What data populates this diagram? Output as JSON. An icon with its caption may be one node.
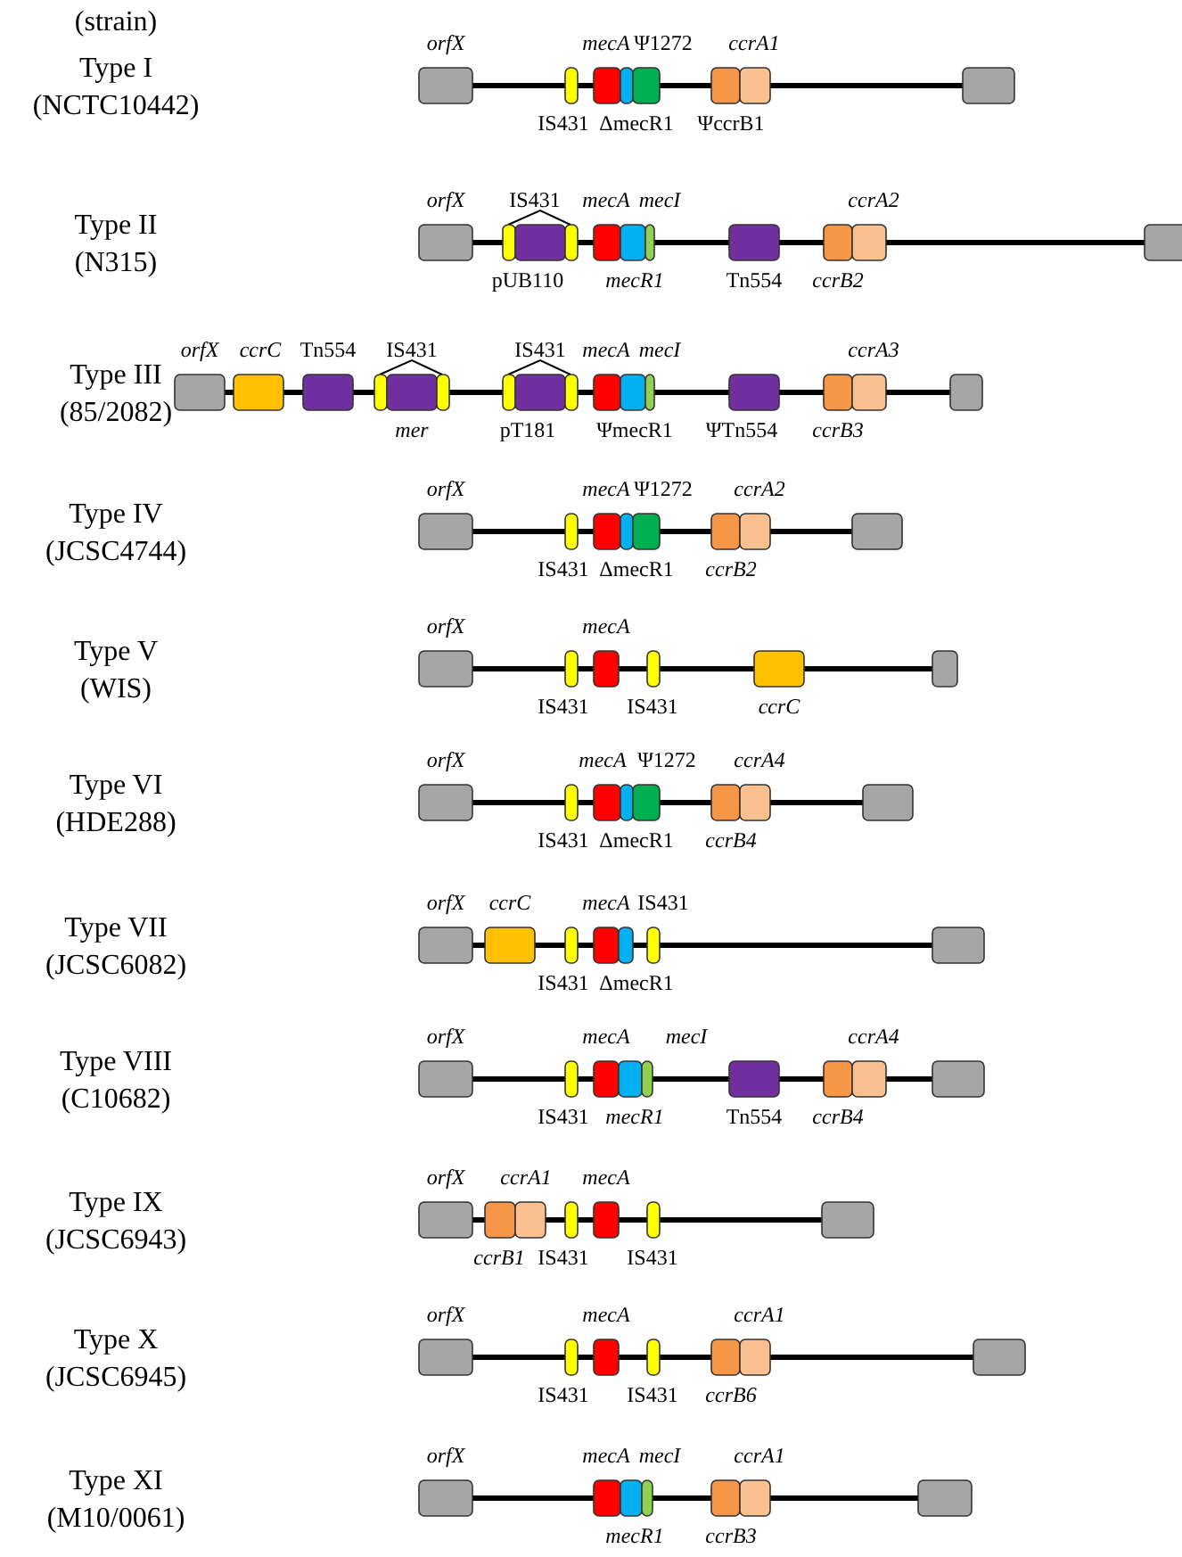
{
  "diagram": {
    "labels": [
      "(strain)",
      "Type I",
      "(NCTC10442)",
      "orfX",
      "mecA",
      "Ψ1272",
      "ccrA1",
      "IS431",
      "ΔmecR1",
      "ΨccrB1",
      "Type II",
      "(N315)",
      "orfX",
      "IS431",
      "mecA",
      "mecI",
      "ccrA2",
      "pUB110",
      "mecR1",
      "Tn554",
      "ccrB2",
      "Type III",
      "(85/2082)",
      "orfX",
      "ccrC",
      "Tn554",
      "IS431",
      "IS431",
      "mecA",
      "mecI",
      "ccrA3",
      "mer",
      "pT181",
      "ΨmecR1",
      "ΨTn554",
      "ccrB3",
      "Type IV",
      "(JCSC4744)",
      "orfX",
      "mecA",
      "Ψ1272",
      "ccrA2",
      "IS431",
      "ΔmecR1",
      "ccrB2",
      "Type V",
      "(WIS)",
      "orfX",
      "mecA",
      "IS431",
      "IS431",
      "ccrC",
      "Type VI",
      "(HDE288)",
      "orfX",
      "mecA",
      "Ψ1272",
      "ccrA4",
      "IS431",
      "ΔmecR1",
      "ccrB4",
      "Type VII",
      "(JCSC6082)",
      "orfX",
      "ccrC",
      "mecA",
      "IS431",
      "IS431",
      "ΔmecR1",
      "Type VIII",
      "(C10682)",
      "orfX",
      "mecA",
      "mecI",
      "ccrA4",
      "IS431",
      "mecR1",
      "Tn554",
      "ccrB4",
      "Type IX",
      "(JCSC6943)",
      "orfX",
      "ccrA1",
      "mecA",
      "ccrB1",
      "IS431",
      "IS431",
      "Type X",
      "(JCSC6945)",
      "orfX",
      "mecA",
      "ccrA1",
      "IS431",
      "IS431",
      "ccrB6",
      "Type XI",
      "(M10/0061)",
      "orfX",
      "mecA",
      "mecI",
      "ccrA1",
      "mecR1",
      "ccrB3"
    ]
  }
}
